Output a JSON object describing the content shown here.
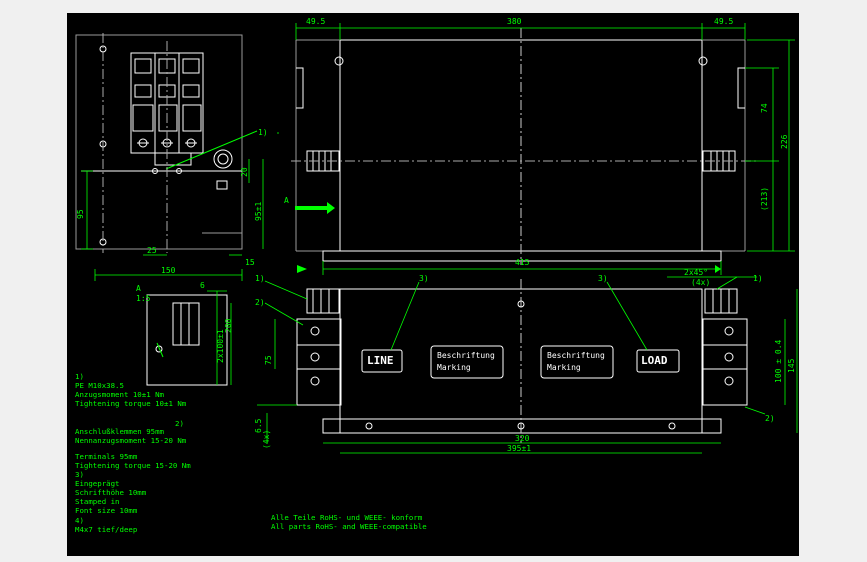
{
  "colors": {
    "background": "#000000",
    "page": "#f0f0f0",
    "lines": "#ffffff",
    "dims": "#00ff00",
    "notes": "#00ff00"
  },
  "top_view": {
    "dim_left": "49.5",
    "dim_center": "380",
    "dim_right": "49.5",
    "dim_bottom": "415",
    "dim_74": "74",
    "dim_226": "226",
    "dim_213": "(213)",
    "arrow_label": "A"
  },
  "side_view": {
    "dim_95": "95",
    "dim_20": "20",
    "dim_95tol": "95±1",
    "dim_25": "25",
    "dim_15": "15",
    "dim_150": "150",
    "callout_1": "1)"
  },
  "detail_a": {
    "title": "A",
    "scale": "1:5",
    "dim_6": "6",
    "dim_200": "200",
    "dim_2x100": "2x100±1"
  },
  "front_view": {
    "label_line": "LINE",
    "label_load": "LOAD",
    "marking_1": [
      "Beschriftung",
      "Marking"
    ],
    "marking_2": [
      "Beschriftung",
      "Marking"
    ],
    "callout_1a": "1)",
    "callout_2a": "2)",
    "callout_3a": "3)",
    "callout_3b": "3)",
    "callout_1b": "1)",
    "callout_2b": "2)",
    "chamfer": "2x45°",
    "chamfer_sub": "(4x)",
    "dim_75": "75",
    "dim_145": "145",
    "dim_100": "100 ± 0.4",
    "dim_65": "6.5",
    "dim_4x": "(4x)",
    "dim_320": "320",
    "dim_395": "395±1"
  },
  "notes": [
    "1)",
    "PE M10x38.5",
    "Anzugsmoment 10±1 Nm",
    "Tightening torque 10±1 Nm",
    "2)",
    "Anschlußklemmen 95mm",
    "Nennanzugsmoment 15-20 Nm",
    "Terminals 95mm",
    "Tightening torque 15-20 Nm",
    "3)",
    "Eingeprägt",
    "Schrifthöhe 10mm",
    "Stamped in",
    "Font size 10mm",
    "4)",
    "M4x7 tief/deep"
  ],
  "footer": [
    "Alle Teile RoHS- und WEEE- konform",
    "All parts RoHS- and WEEE-compatible"
  ]
}
